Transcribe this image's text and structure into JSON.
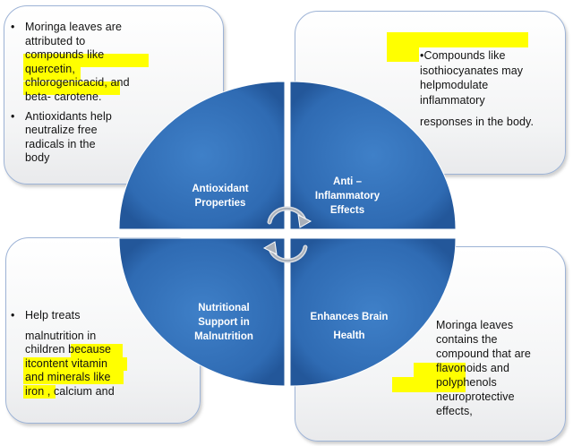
{
  "quadrants": {
    "top_left": {
      "label_lines": [
        "Antioxidant",
        "Properties"
      ]
    },
    "top_right": {
      "label_lines": [
        "Anti –",
        "Inflammatory",
        "Effects"
      ]
    },
    "bottom_left": {
      "label_lines": [
        "Nutritional",
        "Support in",
        "Malnutrition"
      ]
    },
    "bottom_right": {
      "label_lines": [
        "Enhances Brain",
        "Health"
      ]
    }
  },
  "boxes": {
    "top_left": {
      "bullet1_lines": [
        "Moringa leaves are",
        "attributed to",
        "compounds like",
        "quercetin,",
        "chlorogenicacid, and",
        "beta- carotene."
      ],
      "bullet2_lines": [
        "Antioxidants help",
        "neutralize free",
        "radicals in the",
        "body"
      ]
    },
    "top_right": {
      "lines": [
        "•Compounds like",
        "isothiocyanates may",
        "helpmodulate",
        "inflammatory",
        "responses in the body."
      ]
    },
    "bottom_left": {
      "lines": [
        "Help treats",
        "malnutrition in",
        "children because",
        "itcontent vitamin",
        "and minerals like",
        "iron , calcium and"
      ]
    },
    "bottom_right": {
      "lines": [
        "Moringa leaves",
        "contains the",
        "compound that are",
        "flavonoids and",
        "polyphenols",
        "neuroprotective",
        "effects,"
      ]
    }
  },
  "colors": {
    "segment_fill": "#2f6bb3",
    "segment_dark": "#1f4f8c",
    "box_border": "#9db3d6",
    "highlight": "#ffff00"
  }
}
